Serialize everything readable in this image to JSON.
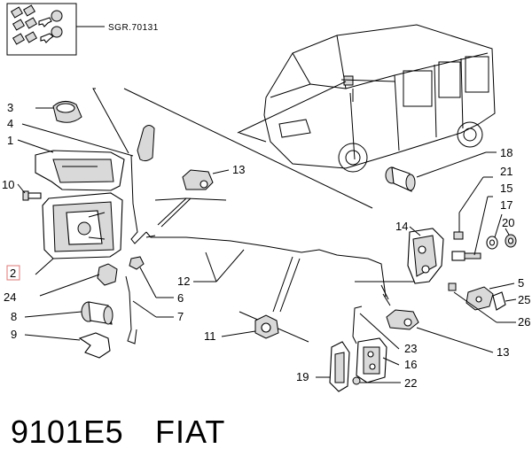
{
  "reference_code": "SGR.70131",
  "footer": {
    "code": "9101E5",
    "brand": "FIAT"
  },
  "callouts": {
    "c1": "1",
    "c2": "2",
    "c3": "3",
    "c4": "4",
    "c5": "5",
    "c6": "6",
    "c7": "7",
    "c8": "8",
    "c9": "9",
    "c10": "10",
    "c11": "11",
    "c12": "12",
    "c13a": "13",
    "c13b": "13",
    "c14": "14",
    "c15": "15",
    "c16": "16",
    "c17": "17",
    "c18": "18",
    "c19": "19",
    "c20": "20",
    "c21": "21",
    "c22": "22",
    "c23": "23",
    "c24": "24",
    "c25": "25",
    "c26": "26"
  },
  "highlighted_callout": "2"
}
